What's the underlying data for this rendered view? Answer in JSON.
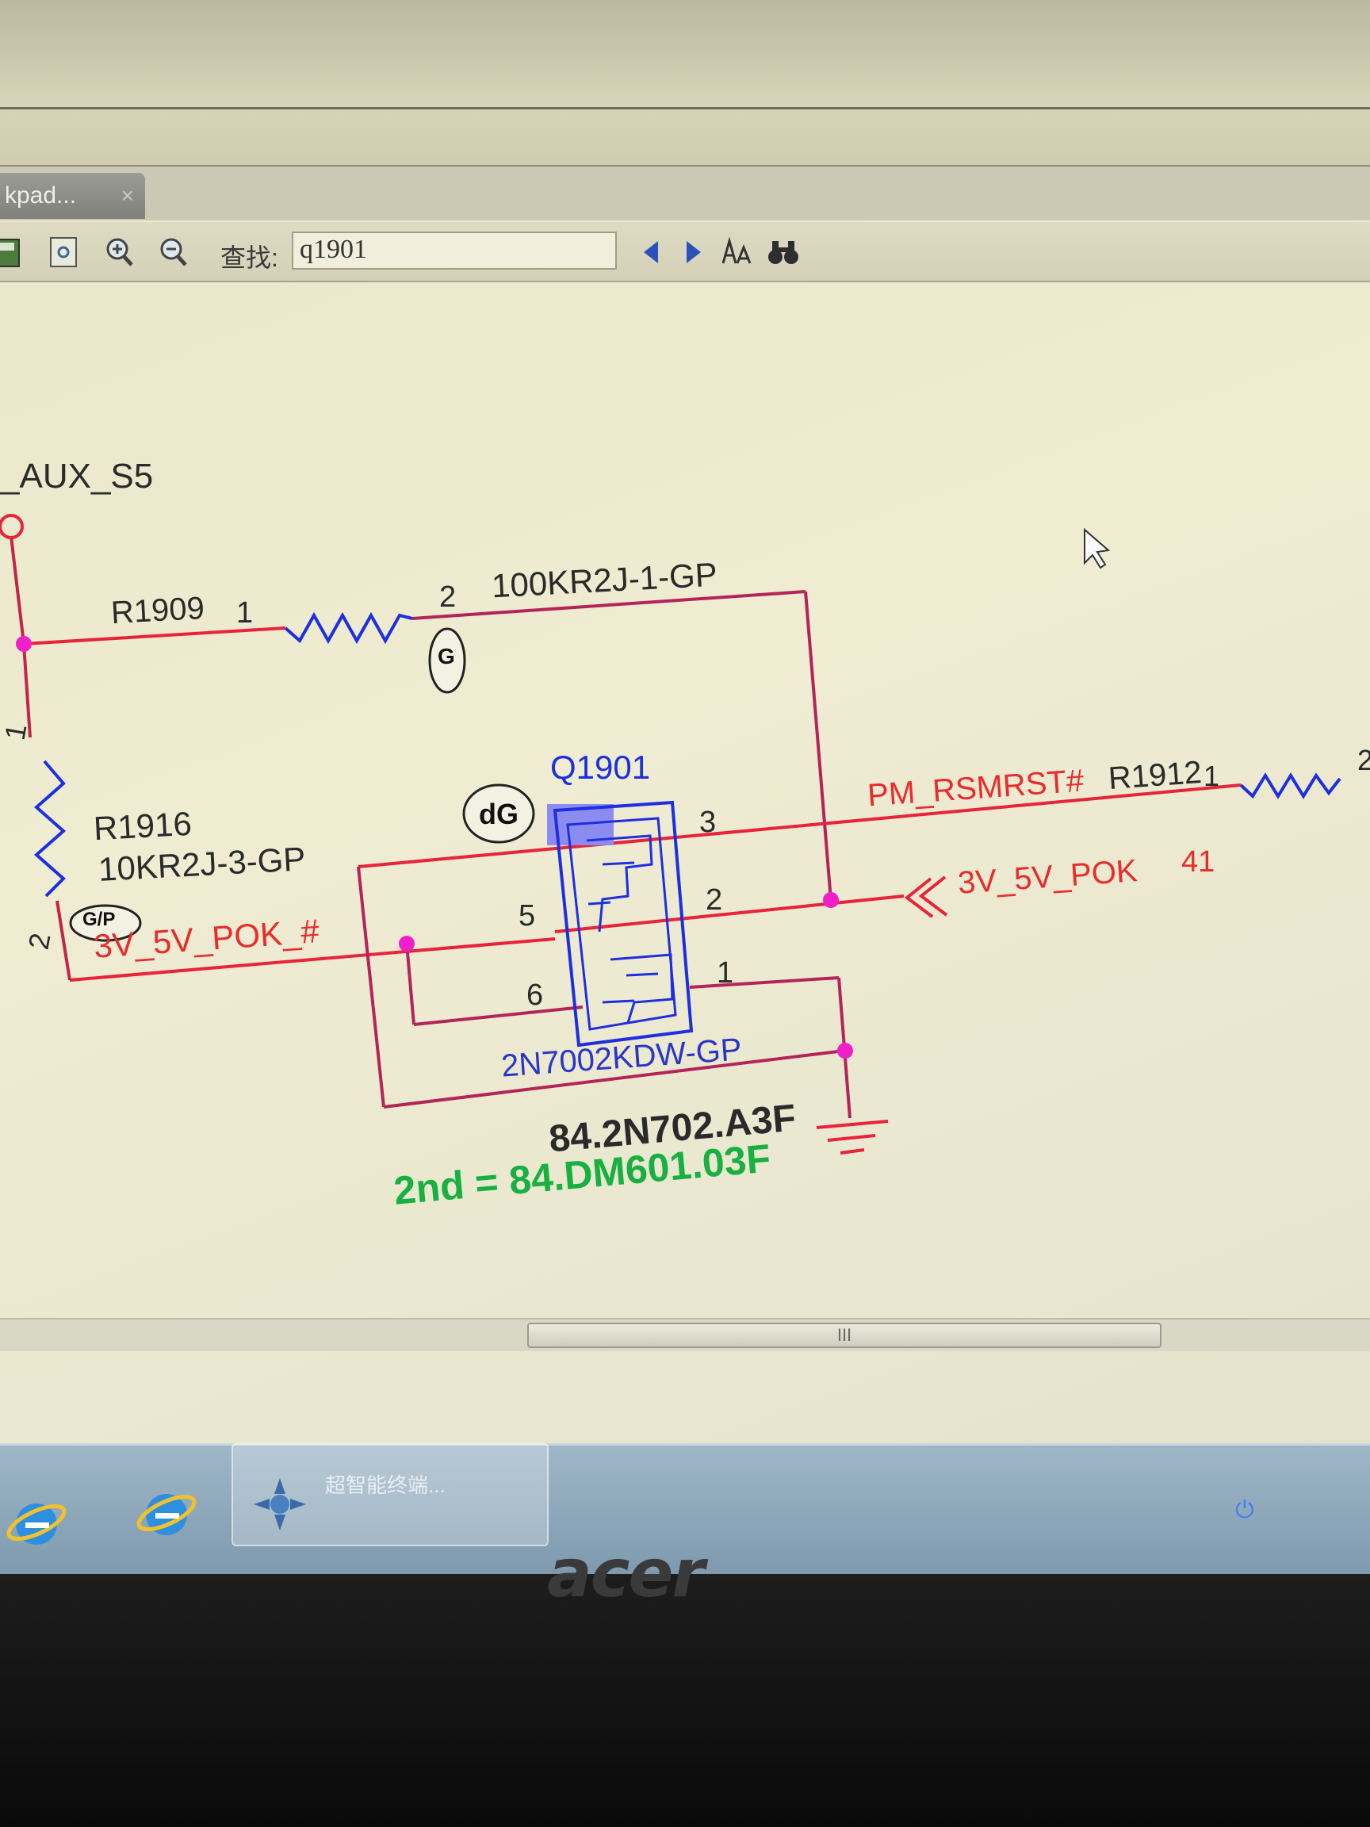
{
  "window": {
    "tab": {
      "label": "kpad...",
      "close": "×"
    },
    "toolbar": {
      "find_label": "查找:",
      "find_value": "q1901",
      "icons": [
        "save-icon",
        "fit-page-icon",
        "zoom-in-icon",
        "zoom-out-icon",
        "prev-arrow-icon",
        "next-arrow-icon",
        "find-case-icon",
        "binoculars-icon"
      ]
    }
  },
  "schematic": {
    "net_top": "_AUX_S5",
    "r1909": {
      "ref": "R1909",
      "pin1": "1",
      "pin2": "2",
      "value": "100KR2J-1-GP"
    },
    "r1916": {
      "ref": "R1916",
      "value": "10KR2J-3-GP",
      "pin1": "1",
      "pin2": "2"
    },
    "q1901": {
      "ref": "Q1901",
      "part": "2N7002KDW-GP",
      "pins": [
        "3",
        "2",
        "1",
        "5",
        "6"
      ]
    },
    "r1912": {
      "ref": "R1912",
      "pin1": "1",
      "pin2": "2"
    },
    "nets": {
      "pm_rsmrst": "PM_RSMRST#",
      "pok_in": "3V_5V_POK",
      "pok_in_page": "41",
      "pok_out": "3V_5V_POK_#"
    },
    "part_number": "84.2N702.A3F",
    "second_source": "2nd = 84.DM601.03F",
    "badges": {
      "gp_left": "G/P",
      "gp_chip": "dG",
      "gp_r1909": "G"
    }
  },
  "scrollbar": {
    "grip": "III"
  },
  "taskbar": {
    "app_label": "超智能终端...",
    "icons": [
      "ie-icon",
      "ie-icon",
      "app-icon"
    ]
  },
  "monitor": {
    "brand": "acer"
  },
  "colors": {
    "wire": "#e8233a",
    "wire_dark": "#b4245a",
    "component": "#1d2fe0",
    "junction": "#f020c8",
    "label_red": "#e82c2c",
    "label_green": "#18b040",
    "label_blue": "#2a36c8",
    "highlight": "#8c8cf0"
  }
}
